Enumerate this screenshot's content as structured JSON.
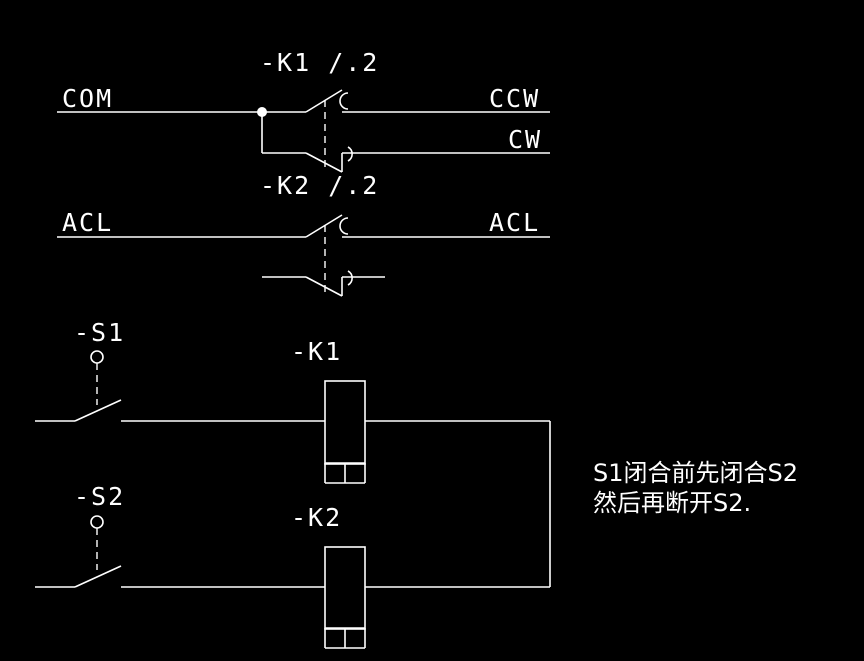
{
  "contacts": {
    "k1_label": "-K1 /.2",
    "k2_label": "-K2 /.2"
  },
  "wires": {
    "com": "COM",
    "ccw": "CCW",
    "cw": "CW",
    "acl_left": "ACL",
    "acl_right": "ACL"
  },
  "switches": {
    "s1": "-S1",
    "s2": "-S2"
  },
  "coils": {
    "k1": "-K1",
    "k2": "-K2"
  },
  "note": {
    "line1": "S1闭合前先闭合S2",
    "line2": "然后再断开S2."
  },
  "colors": {
    "background": "#000000",
    "lines": "#ffffff",
    "text": "#ffffff"
  }
}
